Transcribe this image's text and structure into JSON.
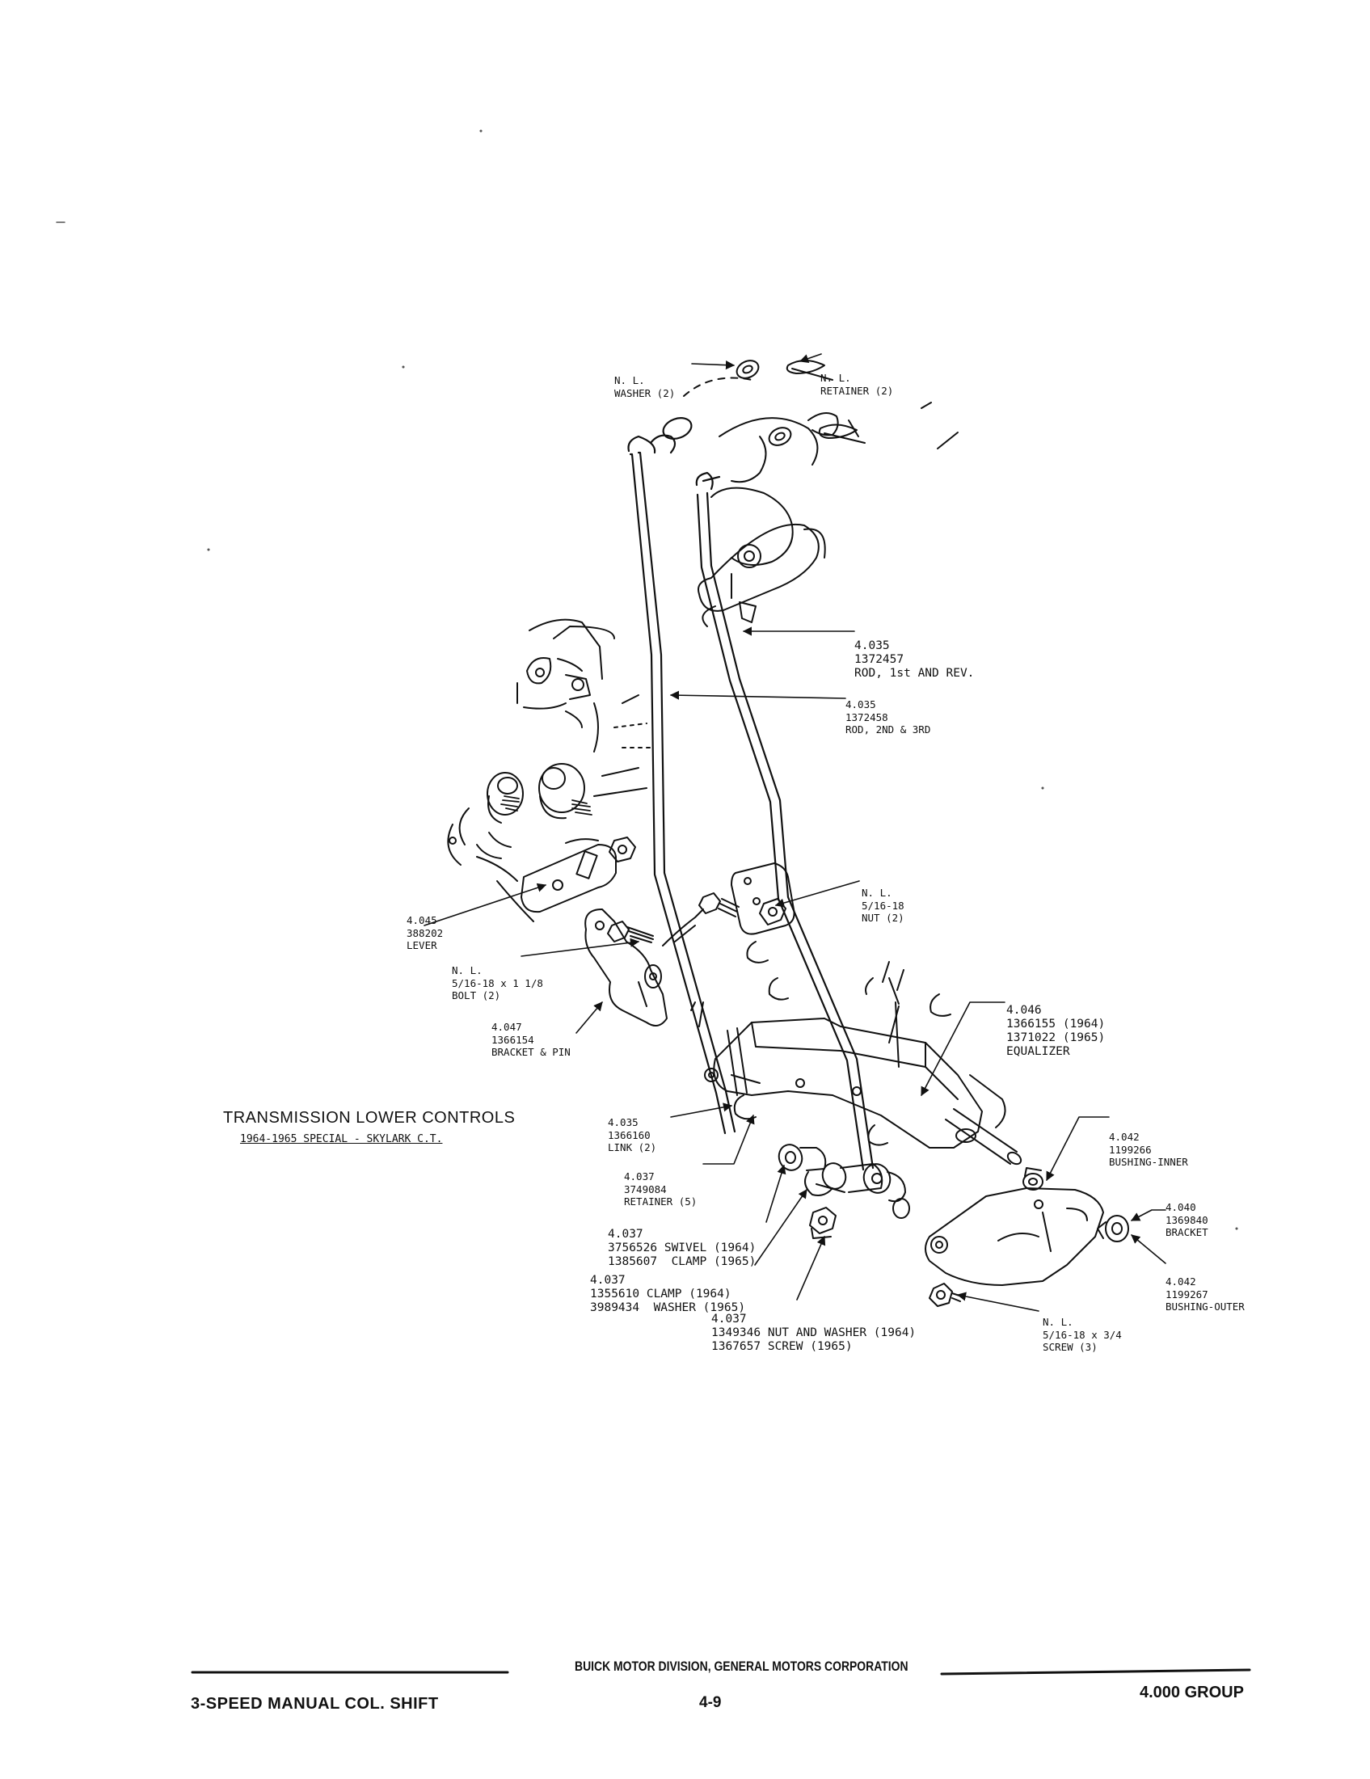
{
  "title": "TRANSMISSION LOWER CONTROLS",
  "subtitle": "1964-1965 SPECIAL - SKYLARK C.T.",
  "callouts": {
    "washer": [
      "N. L.",
      "WASHER (2)"
    ],
    "retainer_top": [
      "N. L.",
      "RETAINER (2)"
    ],
    "rod_1st_rev": [
      "4.035",
      "1372457",
      "ROD, 1st AND REV."
    ],
    "rod_2nd_3rd": [
      "4.035",
      "1372458",
      "ROD, 2ND & 3RD"
    ],
    "nut": [
      "N. L.",
      "5/16-18",
      "NUT (2)"
    ],
    "lever": [
      "4.045",
      "388202",
      "LEVER"
    ],
    "bolt": [
      "N. L.",
      "5/16-18 x 1 1/8",
      "BOLT (2)"
    ],
    "bracket_pin": [
      "4.047",
      "1366154",
      "BRACKET & PIN"
    ],
    "equalizer": [
      "4.046",
      "1366155 (1964)",
      "1371022 (1965)",
      "EQUALIZER"
    ],
    "link": [
      "4.035",
      "1366160",
      "LINK (2)"
    ],
    "retainer5": [
      "4.037",
      "3749084",
      "RETAINER (5)"
    ],
    "bushing_inner": [
      "4.042",
      "1199266",
      "BUSHING-INNER"
    ],
    "bracket": [
      "4.040",
      "1369840",
      "BRACKET"
    ],
    "swivel": [
      "4.037",
      "3756526 SWIVEL (1964)",
      "1385607  CLAMP (1965)"
    ],
    "clamp": [
      "4.037",
      "1355610 CLAMP (1964)",
      "3989434  WASHER (1965)"
    ],
    "nut_washer": [
      "4.037",
      "1349346 NUT AND WASHER (1964)",
      "1367657 SCREW (1965)"
    ],
    "bushing_outer": [
      "4.042",
      "1199267",
      "BUSHING-OUTER"
    ],
    "screw": [
      "N. L.",
      "5/16-18 x 3/4",
      "SCREW (3)"
    ]
  },
  "footer": {
    "division": "BUICK MOTOR DIVISION, GENERAL MOTORS CORPORATION",
    "left": "3-SPEED MANUAL COL. SHIFT",
    "page": "4-9",
    "right": "4.000 GROUP"
  }
}
